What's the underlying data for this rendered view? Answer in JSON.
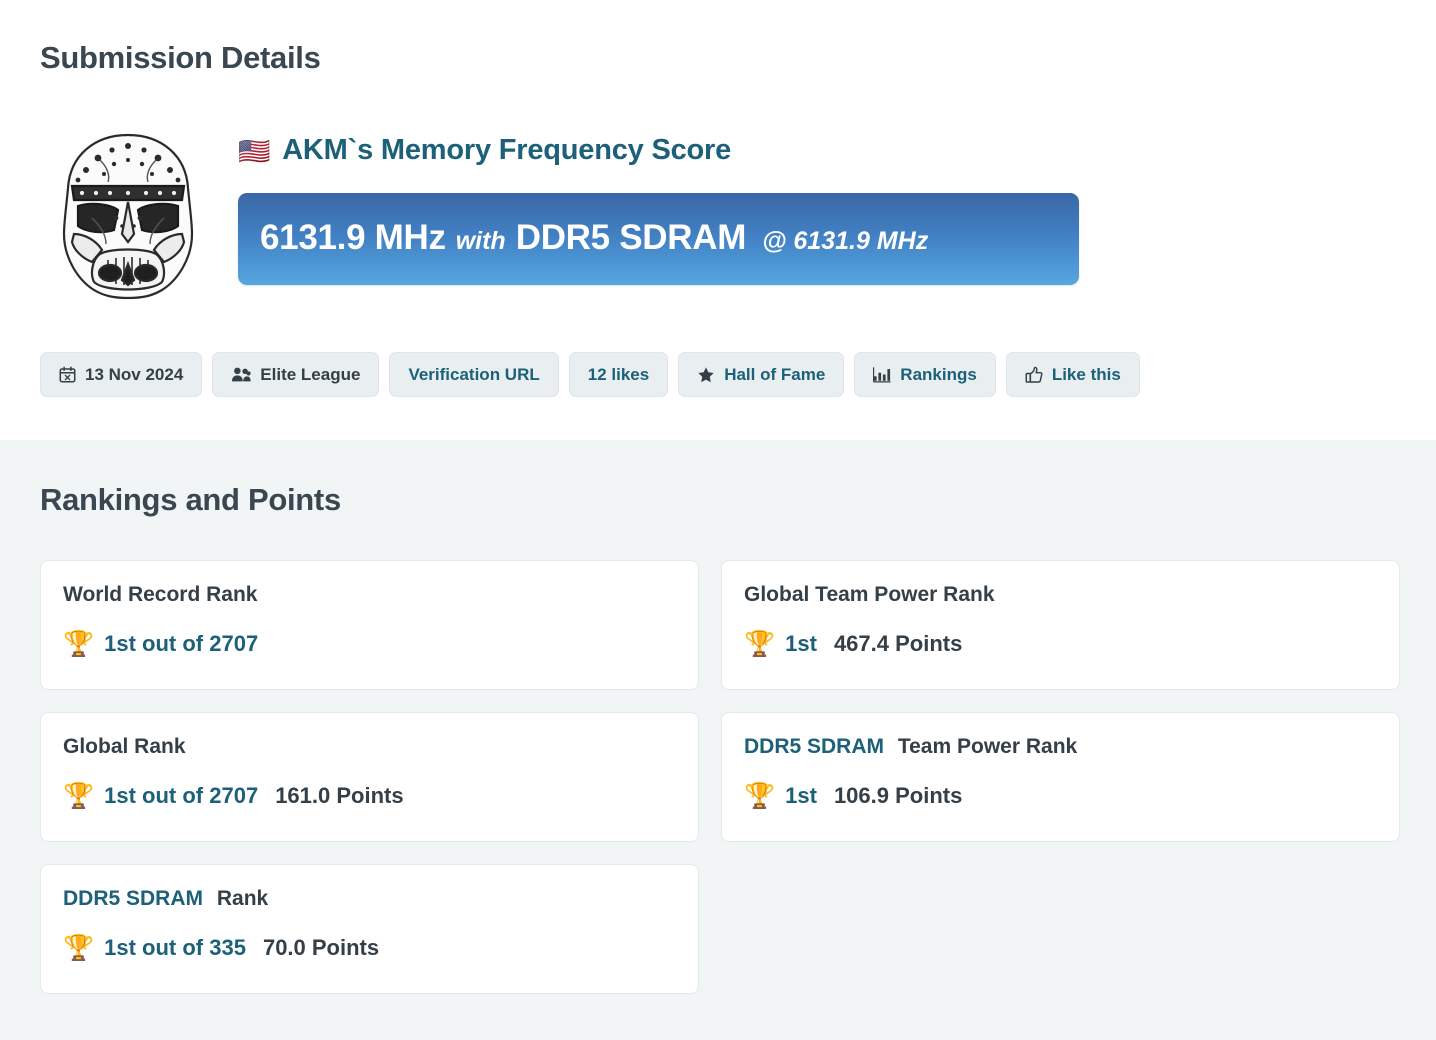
{
  "page": {
    "title": "Submission Details",
    "rankings_title": "Rankings and Points"
  },
  "submission": {
    "avatar_alt": "stormtrooper-sugar-skull-avatar",
    "flag": "🇺🇸",
    "heading": "AKM`s Memory Frequency Score",
    "banner": {
      "score": "6131.9 MHz",
      "with": "with",
      "hardware": "DDR5 SDRAM",
      "at": "@ 6131.9 MHz"
    },
    "meta_buttons": [
      {
        "icon": "calendar-times-icon",
        "label": "13 Nov 2024",
        "link": false
      },
      {
        "icon": "users-icon",
        "label": "Elite League",
        "link": false
      },
      {
        "icon": "none",
        "label": "Verification URL",
        "link": true
      },
      {
        "icon": "none",
        "label": "12 likes",
        "link": true
      },
      {
        "icon": "star-icon",
        "label": "Hall of Fame",
        "link": true
      },
      {
        "icon": "bar-chart-icon",
        "label": "Rankings",
        "link": true
      },
      {
        "icon": "thumbs-up-icon",
        "label": "Like this",
        "link": true
      }
    ]
  },
  "rankings": {
    "trophy": "🏆",
    "left_cards": [
      {
        "title_link": "",
        "title_rest": "World Record Rank",
        "place": "1st out of 2707",
        "points": ""
      },
      {
        "title_link": "",
        "title_rest": "Global Rank",
        "place": "1st out of 2707",
        "points": "161.0 Points"
      },
      {
        "title_link": "DDR5 SDRAM",
        "title_rest": "Rank",
        "place": "1st out of 335",
        "points": "70.0 Points"
      }
    ],
    "right_cards": [
      {
        "title_link": "",
        "title_rest": "Global Team Power Rank",
        "place": "1st",
        "points": "467.4 Points"
      },
      {
        "title_link": "DDR5 SDRAM",
        "title_rest": "Team Power Rank",
        "place": "1st",
        "points": "106.9 Points"
      }
    ]
  },
  "colors": {
    "accent_teal": "#1c6079",
    "heading_slate": "#3a4750",
    "banner_top": "#3a67a5",
    "banner_bottom": "#56a7e0",
    "section_bg": "#f1f5f6",
    "button_bg": "#e9eef0"
  }
}
